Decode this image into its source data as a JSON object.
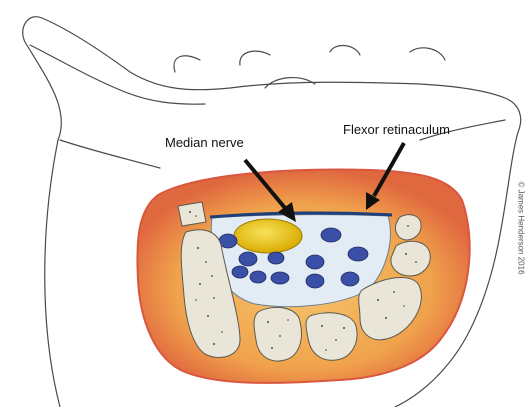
{
  "labels": {
    "median_nerve": "Median nerve",
    "flexor_retinaculum": "Flexor retinaculum"
  },
  "copyright": "© James Henderson 2016",
  "colors": {
    "outline": "#4a4a4a",
    "tissue_fill": "#f2a94e",
    "tissue_edge": "#d9573f",
    "canal_fill": "#e3ecf4",
    "tendon_fill": "#3a4fa6",
    "nerve_fill": "#f1cc12",
    "bone_fill": "#e9e5d9",
    "bone_speckle": "#4b4b3b",
    "retinaculum": "#1f3f7a"
  }
}
